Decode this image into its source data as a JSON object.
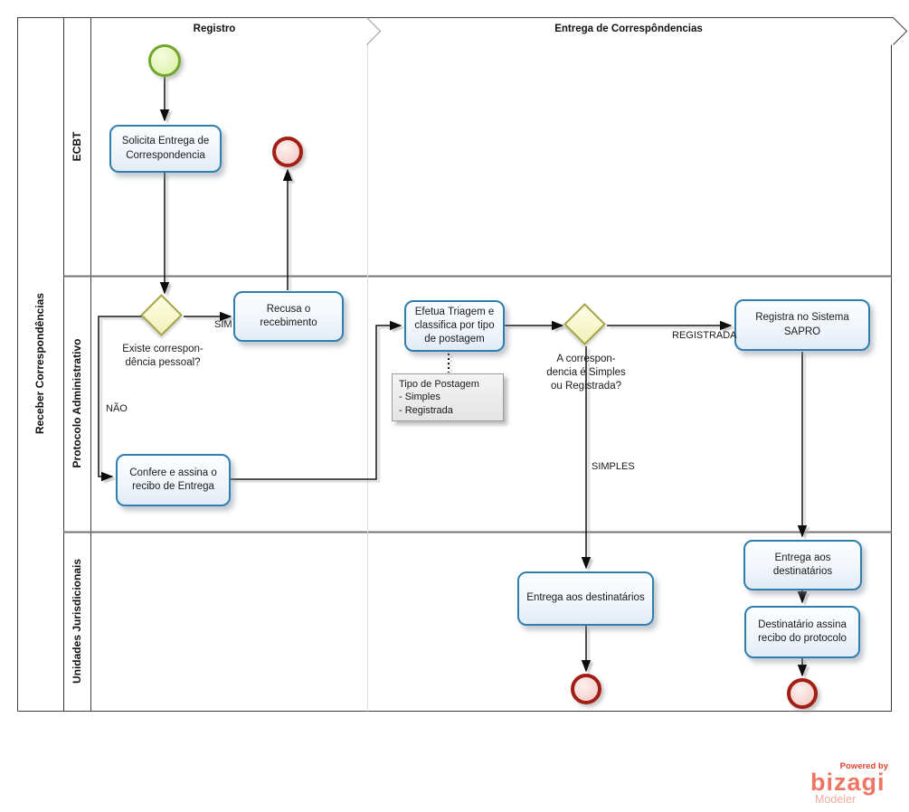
{
  "pool": {
    "label": "Receber Correspondências"
  },
  "lanes": [
    {
      "label": "ECBT"
    },
    {
      "label": "Protocolo Administrativo"
    },
    {
      "label": "Unidades Jurisdicionais"
    }
  ],
  "phases": [
    {
      "label": "Registro"
    },
    {
      "label": "Entrega de Correspôndencias"
    }
  ],
  "tasks": [
    {
      "label": "Solicita Entrega de\nCorrespondencia"
    },
    {
      "label": "Recusa o\nrecebimento"
    },
    {
      "label": "Efetua Triagem e\nclassifica por tipo\nde postagem"
    },
    {
      "label": "Confere e assina o\nrecibo de Entrega"
    },
    {
      "label": "Registra no Sistema SAPRO"
    },
    {
      "label": "Entrega aos destinatários"
    },
    {
      "label": "Entrega aos\ndestinatários"
    },
    {
      "label": "Destinatário assina\nrecibo do protocolo"
    }
  ],
  "gateways": [
    {
      "label": "Existe correspon-\ndência pessoal?"
    },
    {
      "label": "A correspon-\ndencia é Simples\nou Registrada?"
    }
  ],
  "flow_labels": {
    "sim": "SIM",
    "nao": "NÃO",
    "simples": "SIMPLES",
    "registrada": "REGISTRADA"
  },
  "annotation": {
    "text": "Tipo de Postagem\n- Simples\n- Registrada"
  },
  "logo": {
    "powered_by": "Powered by",
    "brand": "bizagi",
    "product": "Modeler"
  },
  "colors": {
    "task_border": "#2e7eae",
    "task_fill": "#eef4fa",
    "gateway_border": "#a6a644",
    "gateway_fill": "#f8f8cf",
    "start_event_border": "#71a62e",
    "start_event_fill": "#e4f3b5",
    "end_event_border": "#a21e14",
    "end_event_fill": "#f6d7d4",
    "line": "#111111",
    "logo_red": "#e2432c",
    "logo_salmon": "#ec7663",
    "logo_pink": "#f2aca0"
  }
}
